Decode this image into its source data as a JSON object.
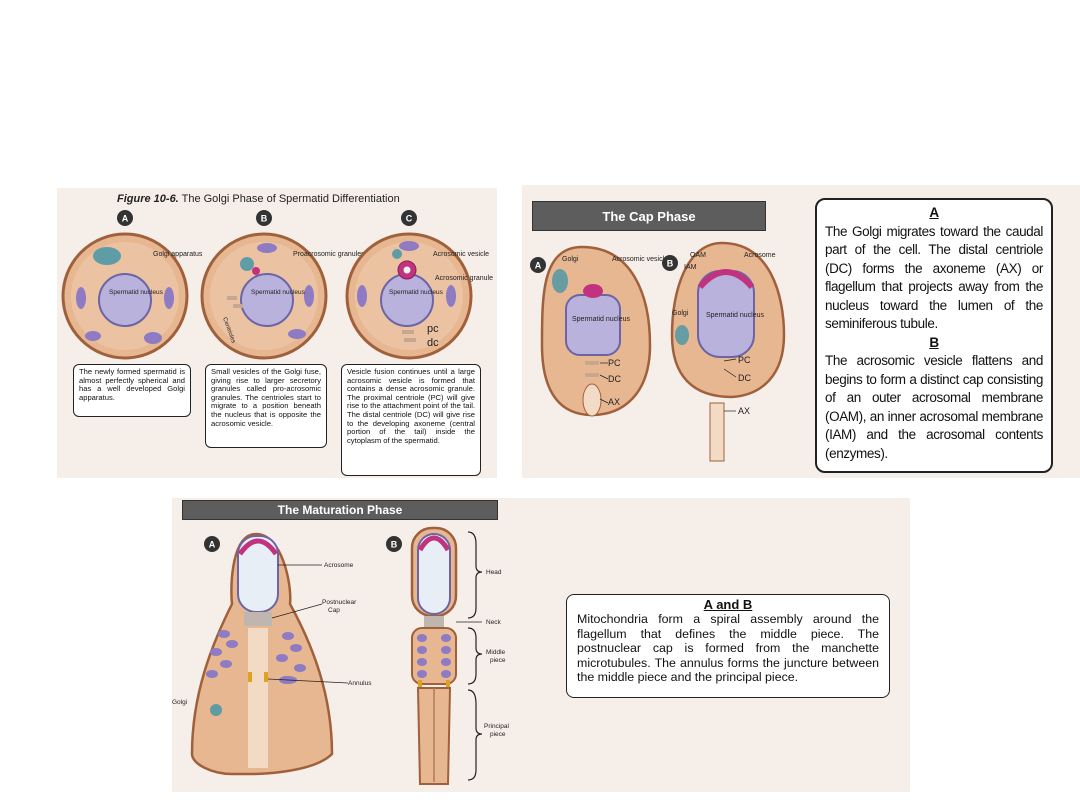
{
  "golgi_phase": {
    "title": "Figure 10-6.",
    "subtitle": "The Golgi Phase of Spermatid Differentiation",
    "panels": [
      {
        "letter": "A",
        "labels": [
          "Golgi apparatus",
          "Spermatid nucleus"
        ],
        "caption": "The newly formed spermatid is almost perfectly spherical and has a well developed Golgi apparatus."
      },
      {
        "letter": "B",
        "labels": [
          "Proacrosomic granules",
          "Spermatid nucleus",
          "Centrioles"
        ],
        "caption": "Small vesicles of the Golgi fuse, giving rise to larger secretory granules called pro-acrosomic granules. The centrioles start to migrate to a position beneath the nucleus that is opposite the acrosomic vesicle."
      },
      {
        "letter": "C",
        "labels": [
          "Acrosomic vesicle",
          "Acrosomic granule",
          "Spermatid nucleus",
          "pc",
          "dc"
        ],
        "caption": "Vesicle fusion continues until a large acrosomic vesicle is formed that contains a dense acrosomic granule. The proximal centriole (PC) will give rise to the attachment point of the tail. The distal centriole (DC) will give rise to the developing axoneme (central portion of the tail) inside the cytoplasm of the spermatid."
      }
    ]
  },
  "cap_phase": {
    "title": "The Cap Phase",
    "panel_a": {
      "letter": "A",
      "labels": [
        "Golgi",
        "Acrosomic vesicle",
        "Spermatid nucleus",
        "PC",
        "DC",
        "AX"
      ]
    },
    "panel_b": {
      "letter": "B",
      "labels": [
        "OAM",
        "IAM",
        "Acrosome",
        "Golgi",
        "Spermatid nucleus",
        "PC",
        "DC",
        "AX"
      ]
    },
    "text_a_heading": "A",
    "text_a": "The Golgi migrates toward the caudal part of the cell. The distal centriole (DC) forms the axoneme (AX) or flagellum that projects away from the nucleus toward the lumen of the seminiferous tubule.",
    "text_b_heading": "B",
    "text_b": "The acrosomic vesicle flattens and begins to form a distinct cap consisting of an outer acrosomal membrane (OAM), an inner acrosomal membrane (IAM) and the acrosomal contents (enzymes)."
  },
  "maturation_phase": {
    "title": "The Maturation Phase",
    "letter_a": "A",
    "letter_b": "B",
    "labels": {
      "acrosome": "Acrosome",
      "postnuclear_1": "Postnuclear",
      "postnuclear_2": "Cap",
      "annulus": "Annulus",
      "golgi": "Golgi"
    },
    "regions": {
      "head": "Head",
      "neck": "Neck",
      "middle_1": "Middle",
      "middle_2": "piece",
      "principal_1": "Principal",
      "principal_2": "piece"
    },
    "text_heading": "A and B",
    "text": "Mitochondria form a spiral assembly around the flagellum that defines the middle piece. The postnuclear cap is formed from the manchette microtubules. The annulus forms the juncture between the middle piece and the principal piece."
  },
  "colors": {
    "cytoplasm": "#e7b792",
    "membrane": "#a0603c",
    "nucleus": "#b8b2dc",
    "acrosome": "#c1337f",
    "mitochondria": "#8e7bc4",
    "golgi": "#3c93a8",
    "panel_bg": "#f6efe9",
    "title_bar": "#5d5d5d"
  }
}
